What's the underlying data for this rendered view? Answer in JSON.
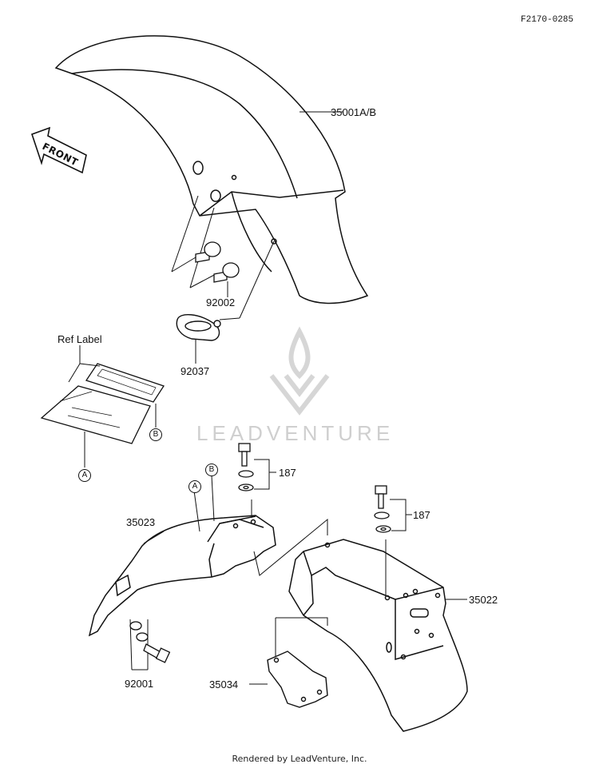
{
  "diagram_code": "F2170-0285",
  "front_arrow_label": "FRONT",
  "watermark_text": "LEADVENTURE",
  "footer_text": "Rendered by LeadVenture, Inc.",
  "ref_label_title": "Ref Label",
  "callouts": {
    "a": "A",
    "b": "B"
  },
  "parts": {
    "front_fender": "35001A/B",
    "bolt_front": "92002",
    "grommet": "92037",
    "rear_fender_front": "35023",
    "rear_fender_rear": "35022",
    "bracket": "35034",
    "bolt_rear": "92001",
    "bolt_set_1": "187",
    "bolt_set_2": "187"
  },
  "colors": {
    "line": "#111111",
    "watermark": "#d0d0d0"
  }
}
